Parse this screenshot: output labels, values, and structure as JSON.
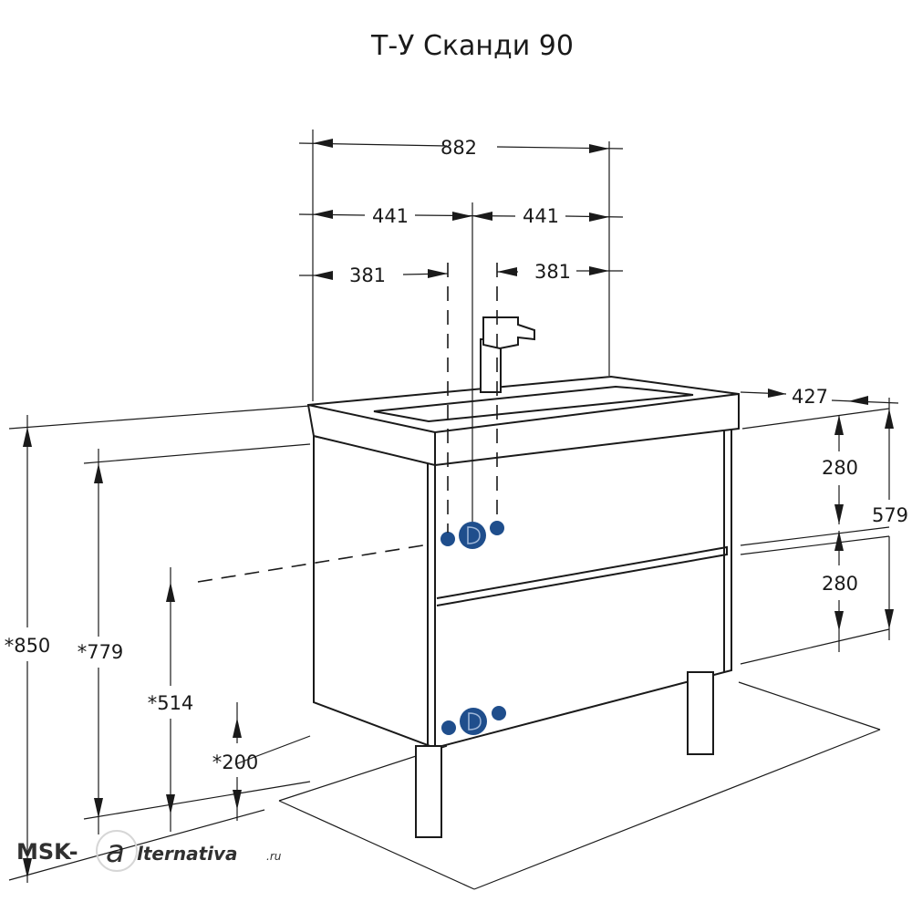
{
  "title": "Т-У Сканди 90",
  "dimensions": {
    "overall_width": "882",
    "half_left": "441",
    "half_right": "441",
    "pipe_left": "381",
    "pipe_right": "381",
    "depth": "427",
    "drawer_upper": "280",
    "drawer_lower": "280",
    "cabinet_height": "579",
    "total_height": "*850",
    "under_basin_height": "*779",
    "mid_height": "*514",
    "leg_height": "*200"
  },
  "watermark": {
    "brand": "MSK-",
    "letter": "a",
    "tail": "lternativa",
    "tld": ".ru"
  },
  "colors": {
    "line": "#1a1a1a",
    "marker": "#1f4e8c"
  }
}
